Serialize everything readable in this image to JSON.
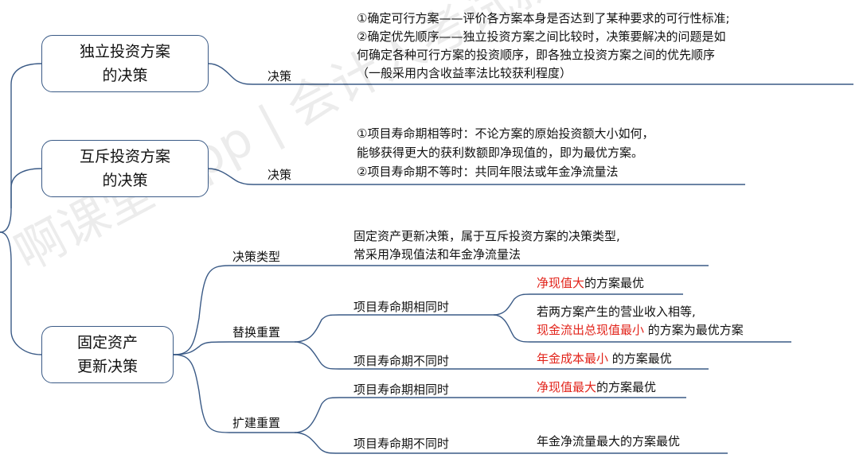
{
  "watermark": "啊课堂 App | 会计人考试就",
  "nodes": {
    "independent": {
      "line1": "独立投资方案",
      "line2": "的决策"
    },
    "exclusive": {
      "line1": "互斥投资方案",
      "line2": "的决策"
    },
    "renewal": {
      "line1": "固定资产",
      "line2": "更新决策"
    }
  },
  "independent": {
    "label": "决策",
    "lines": [
      "①确定可行方案——评价各方案本身是否达到了某种要求的可行性标准;",
      "②确定优先顺序——独立投资方案之间比较时，决策要解决的问题是如",
      "何确定各种可行方案的投资顺序，即各独立投资方案之间的优先顺序",
      "（一般采用内含收益率法比较获利程度）"
    ]
  },
  "exclusive": {
    "label": "决策",
    "lines": [
      "①项目寿命期相等时：不论方案的原始投资额大小如何，",
      "能够获得更大的获利数额即净现值的，即为最优方案。",
      "②项目寿命期不等时：共同年限法或年金净流量法"
    ]
  },
  "renewal": {
    "type": {
      "label": "决策类型",
      "lines": [
        "固定资产更新决策，属于互斥投资方案的决策类型,",
        "常采用净现值法和年金净流量法"
      ]
    },
    "replace": {
      "label": "替换重置",
      "same": {
        "label": "项目寿命期相同时",
        "r1_red": "净现值大",
        "r1_rest": "的方案最优",
        "r2_line1": "若两方案产生的营业收入相等,",
        "r2_red": "现金流出总现值最小",
        "r2_rest": " 的方案为最优方案"
      },
      "diff": {
        "label": "项目寿命期不同时",
        "r_red": "年金成本最小",
        "r_rest": " 的方案最优"
      }
    },
    "expand": {
      "label": "扩建重置",
      "same": {
        "label": "项目寿命期相同时",
        "r_red": "净现值最大",
        "r_rest": "的方案最优"
      },
      "diff": {
        "label": "项目寿命期不同时",
        "r_text": "年金净流量最大的方案最优"
      }
    }
  },
  "colors": {
    "line": "#3a5a86",
    "highlight": "#e2231a",
    "text": "#111111"
  }
}
